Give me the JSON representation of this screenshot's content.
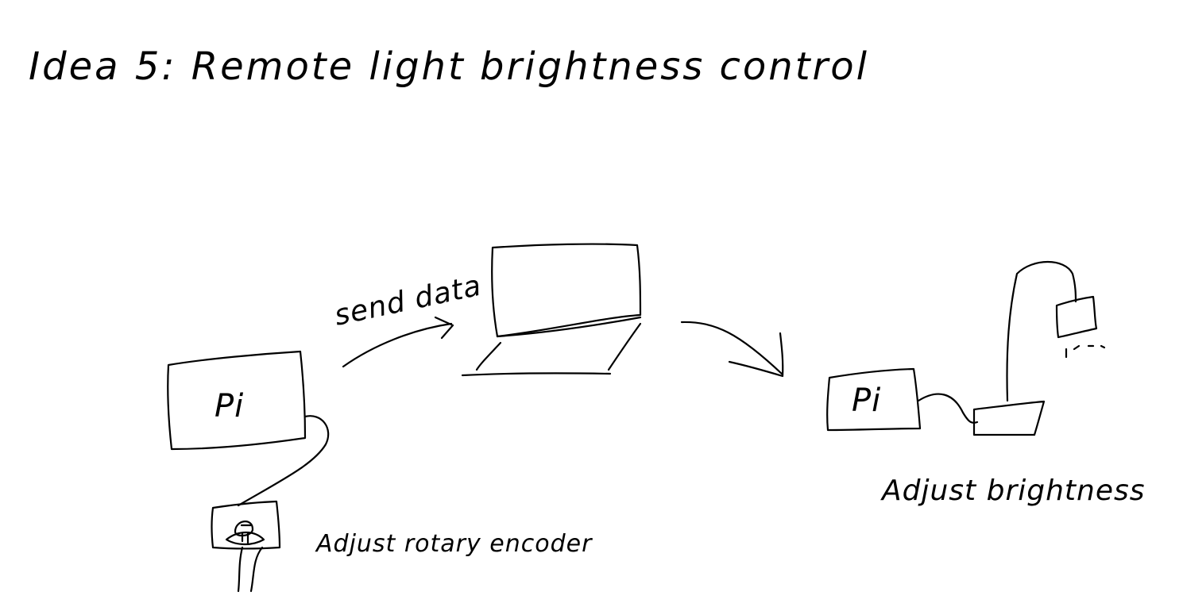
{
  "title": "Idea 5:  Remote light brightness control",
  "nodes": {
    "sender_pi": "Pi",
    "receiver_pi": "Pi"
  },
  "labels": {
    "send_data": "send data",
    "adjust_rotary_encoder": "Adjust rotary encoder",
    "adjust_brightness": "Adjust brightness"
  },
  "colors": {
    "ink": "#000000",
    "background": "#ffffff"
  }
}
